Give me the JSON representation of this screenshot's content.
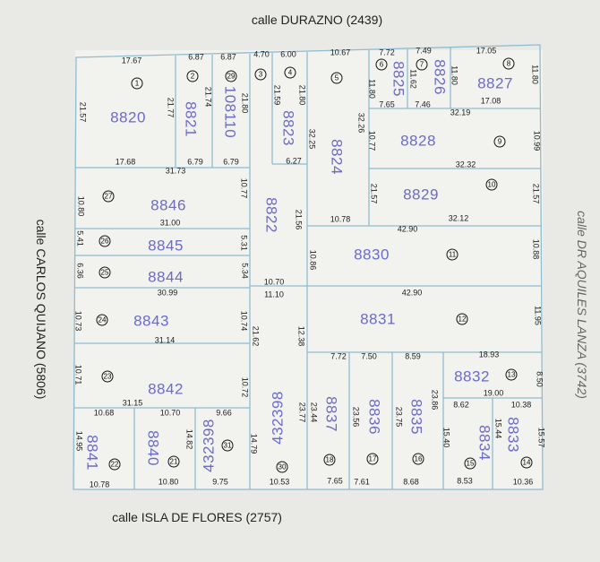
{
  "streets": {
    "north": "calle DURAZNO (2439)",
    "south": "calle ISLA DE FLORES (2757)",
    "west": "calle CARLOS QUIJANO (5806)",
    "east": "calle DR AQUILES LANZA (3742)"
  },
  "parcels": [
    {
      "lot": "1",
      "cadastral": "8820"
    },
    {
      "lot": "2",
      "cadastral": "8821"
    },
    {
      "lot": "29",
      "cadastral": "108110"
    },
    {
      "lot": "3",
      "cadastral": "8822"
    },
    {
      "lot": "4",
      "cadastral": "8823"
    },
    {
      "lot": "5",
      "cadastral": "8824"
    },
    {
      "lot": "6",
      "cadastral": "8825"
    },
    {
      "lot": "7",
      "cadastral": "8826"
    },
    {
      "lot": "8",
      "cadastral": "8827"
    },
    {
      "lot": "9",
      "cadastral": "8828"
    },
    {
      "lot": "10",
      "cadastral": "8829"
    },
    {
      "lot": "11",
      "cadastral": "8830"
    },
    {
      "lot": "12",
      "cadastral": "8831"
    },
    {
      "lot": "13",
      "cadastral": "8832"
    },
    {
      "lot": "14",
      "cadastral": "8833"
    },
    {
      "lot": "15",
      "cadastral": "8834"
    },
    {
      "lot": "16",
      "cadastral": "8835"
    },
    {
      "lot": "17",
      "cadastral": "8836"
    },
    {
      "lot": "18",
      "cadastral": "8837"
    },
    {
      "lot": "21",
      "cadastral": "8840"
    },
    {
      "lot": "22",
      "cadastral": "8841"
    },
    {
      "lot": "23",
      "cadastral": "8842"
    },
    {
      "lot": "24",
      "cadastral": "8843"
    },
    {
      "lot": "25",
      "cadastral": "8844"
    },
    {
      "lot": "26",
      "cadastral": "8845"
    },
    {
      "lot": "27",
      "cadastral": "8846"
    },
    {
      "lot": "30",
      "cadastral": "432398"
    },
    {
      "lot": "31",
      "cadastral": "432398"
    }
  ],
  "dimensions": [
    "17.67",
    "21.57",
    "21.77",
    "17.68",
    "6.87",
    "21.74",
    "6.79",
    "6.87",
    "21.80",
    "6.79",
    "4.70",
    "6.00",
    "21.59",
    "21.80",
    "6.27",
    "10.67",
    "32.25",
    "32.26",
    "7.72",
    "11.80",
    "11.62",
    "7.65",
    "7.49",
    "7.46",
    "11.80",
    "17.05",
    "11.80",
    "17.08",
    "32.19",
    "10.77",
    "10.99",
    "32.32",
    "21.57",
    "21.57",
    "32.12",
    "10.78",
    "31.73",
    "10.80",
    "10.77",
    "31.00",
    "5.41",
    "5.31",
    "6.36",
    "5.34",
    "30.99",
    "10.73",
    "10.74",
    "31.14",
    "10.71",
    "10.72",
    "31.15",
    "21.62",
    "21.56",
    "10.86",
    "10.70",
    "11.10",
    "12.38",
    "42.90",
    "10.88",
    "42.90",
    "11.95",
    "10.68",
    "10.70",
    "9.66",
    "14.95",
    "14.82",
    "14.79",
    "10.78",
    "10.80",
    "9.75",
    "10.53",
    "7.72",
    "7.50",
    "8.59",
    "18.93",
    "8.50",
    "19.00",
    "23.44",
    "23.77",
    "23.56",
    "23.75",
    "23.86",
    "8.62",
    "10.38",
    "15.40",
    "15.44",
    "15.57",
    "7.65",
    "7.61",
    "8.68",
    "8.53",
    "10.36"
  ]
}
